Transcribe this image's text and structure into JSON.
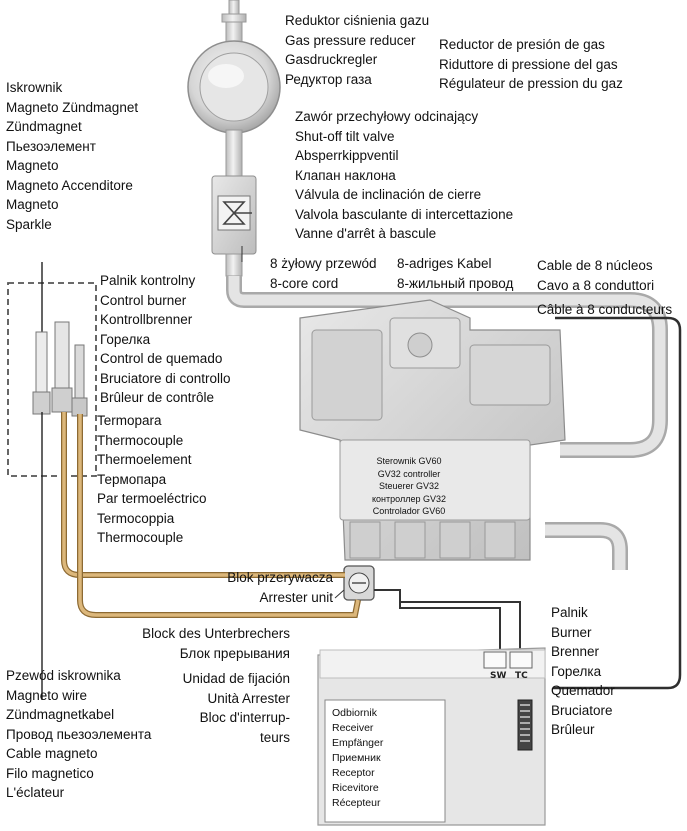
{
  "labels": {
    "reducer_pl": [
      "Reduktor ciśnienia gazu",
      "Gas pressure reducer",
      "Gasdruckregler",
      "Редуктор газа"
    ],
    "reducer_other": [
      "Reductor de presión de gas",
      "Riduttore di pressione del gas",
      "Régulateur de pression du gaz"
    ],
    "magneto": [
      "Iskrownik",
      "Magneto Zündmagnet",
      "Zündmagnet",
      "Пьезоэлемент",
      "Magneto",
      "Magneto Accenditore",
      "Magneto",
      "Sparkle"
    ],
    "tilt_valve": [
      "Zawór przechyłowy odcinający",
      "Shut-off tilt valve",
      "Absperrkippventil",
      "Клапан наклона",
      "Válvula de inclinación de cierre",
      "Valvola basculante di intercettazione",
      "Vanne d'arrêt à bascule"
    ],
    "cord_a": [
      "8 żyłowy przewód",
      "8-core cord"
    ],
    "cord_b": [
      "8-adriges Kabel",
      "8-жильный провод"
    ],
    "cord_c": [
      "Cable de 8 núcleos",
      "Cavo a 8 conduttori",
      "Câble à 8 conducteurs"
    ],
    "control_burner": [
      "Palnik kontrolny",
      "Control burner",
      "Kontrollbrenner",
      "Горелка",
      "Control de quemado",
      "Bruciatore di controllo",
      "Brûleur de contrôle"
    ],
    "thermocouple": [
      "Termopara",
      "Thermocouple",
      "Thermoelement",
      "Термопара",
      "Par termoeléctrico",
      "Termocoppia",
      "Thermocouple"
    ],
    "controller": [
      "Sterownik GV60",
      "GV32 controller",
      "Steuerer GV32",
      "контроллер GV32",
      "Controlador GV60"
    ],
    "arrester_top": [
      "Blok przerywacza",
      "Arrester unit"
    ],
    "arrester_bottom": [
      "Block des Unterbrechers",
      "Блок прерывания",
      "Unidad de fijación",
      "Unità Arrester",
      "Bloc d'interrup-",
      "teurs"
    ],
    "magneto_wire": [
      "Pzewód iskrownika",
      "Magneto wire",
      "Zündmagnetkabel",
      "Провод пьезоэлемента",
      "Cable magneto",
      "Filo magnetico",
      "L'éclateur"
    ],
    "burner": [
      "Palnik",
      "Burner",
      "Brenner",
      "Горелка",
      "Quemador",
      "Bruciatore",
      "Brûleur"
    ],
    "receiver": [
      "Odbiornik",
      "Receiver",
      "Empfänger",
      "Приемник",
      "Receptor",
      "Ricevitore",
      "Récepteur"
    ],
    "sw_tag": "SW",
    "tc_tag": "TC"
  },
  "colors": {
    "pipe": "#d9d9d9",
    "pipe_edge": "#a8a8a8",
    "thermo_wire": "#c9a46a",
    "wire_dark": "#3a3a3a",
    "controller_body": "#dcdcdc"
  }
}
